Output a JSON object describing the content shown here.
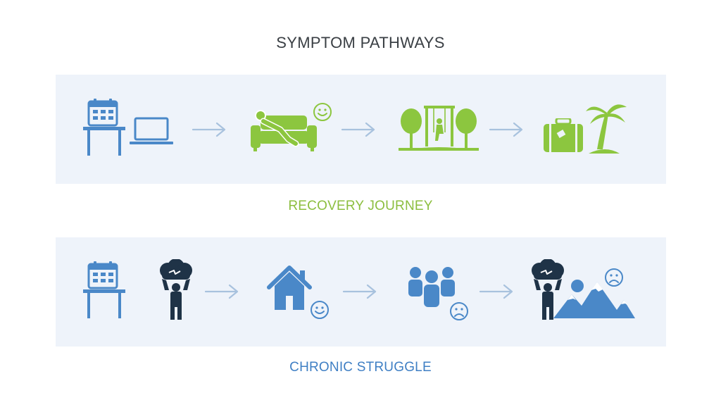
{
  "title": "SYMPTOM PATHWAYS",
  "colors": {
    "blue": "#4a88c8",
    "green": "#8cc63f",
    "navy": "#1f3347",
    "arrow": "#a8c2de",
    "panel": "#eef3fa"
  },
  "pathways": [
    {
      "caption": "RECOVERY JOURNEY",
      "caption_color": "#8cbe3f",
      "steps": [
        "calendar-desk-icon",
        "laptop-icon",
        "relaxing-sofa-icon",
        "smiley-face-icon",
        "park-swing-icon",
        "suitcase-icon",
        "palm-tree-icon"
      ]
    },
    {
      "caption": "CHRONIC STRUGGLE",
      "caption_color": "#3f7fc4",
      "steps": [
        "calendar-desk-icon",
        "stressed-person-icon",
        "house-icon",
        "smiley-face-icon",
        "group-people-icon",
        "sad-face-icon",
        "stressed-person-icon",
        "mountains-icon",
        "sad-face-icon"
      ]
    }
  ]
}
